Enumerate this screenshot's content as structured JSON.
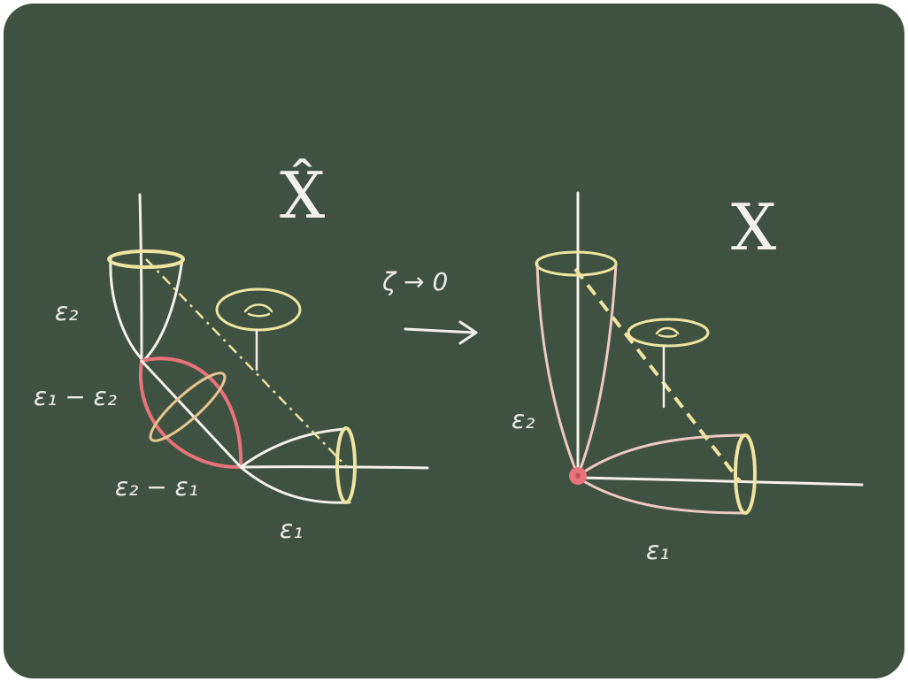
{
  "left_diagram": {
    "space_label": "X̂",
    "divisors": {
      "e2": "ε₂",
      "e1_minus_e2": "ε₁ − ε₂",
      "e2_minus_e1": "ε₂ − ε₁",
      "e1": "ε₁"
    }
  },
  "transition": {
    "limit_label": "ζ → 0"
  },
  "right_diagram": {
    "space_label": "X",
    "divisors": {
      "e2": "ε₂",
      "e1": "ε₁"
    }
  },
  "colors": {
    "board": "#3f5141",
    "chalk_white": "#f3f1ea",
    "chalk_yellow": "#efe4a0",
    "chalk_red": "#e8737a",
    "chalk_pink": "#efc9c3",
    "chalk_orange": "#e7c58f"
  }
}
